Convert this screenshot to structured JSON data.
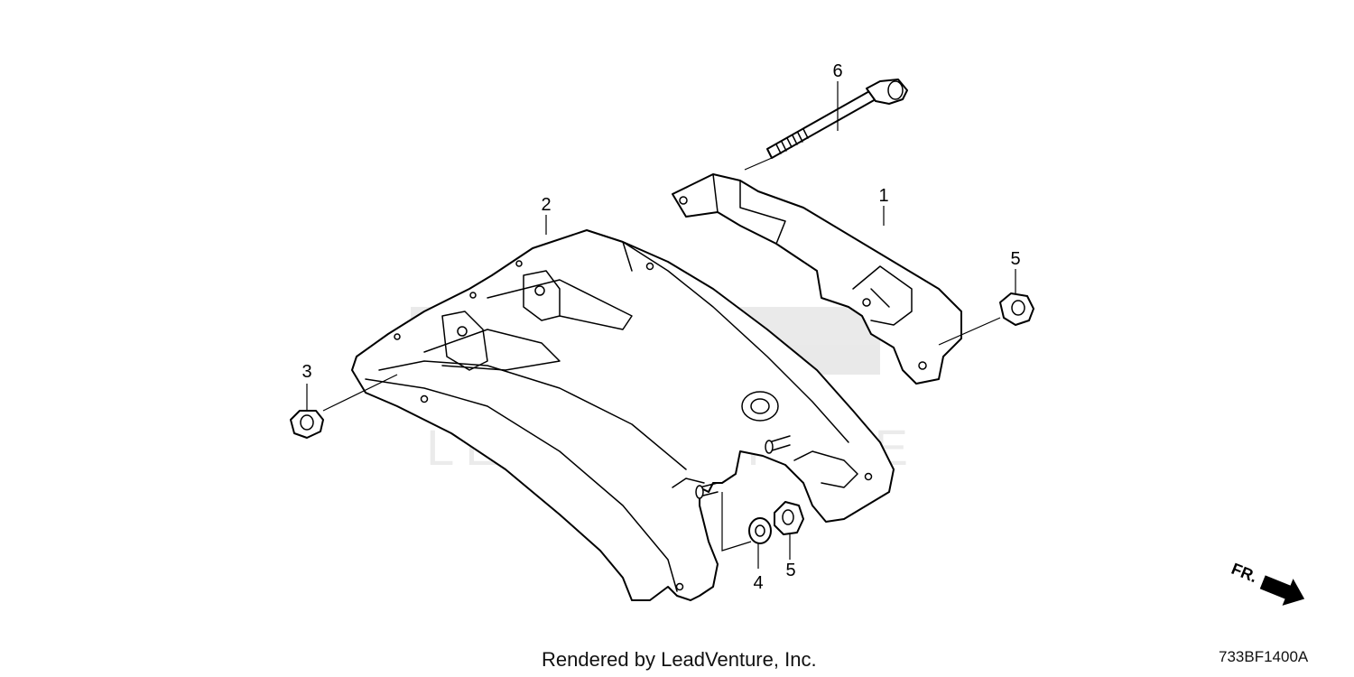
{
  "diagram": {
    "callouts": [
      {
        "id": "1",
        "label": "1"
      },
      {
        "id": "2",
        "label": "2"
      },
      {
        "id": "3",
        "label": "3"
      },
      {
        "id": "4",
        "label": "4"
      },
      {
        "id": "5a",
        "label": "5"
      },
      {
        "id": "5b",
        "label": "5"
      },
      {
        "id": "6",
        "label": "6"
      }
    ],
    "direction_label": "FR.",
    "diagram_code": "733BF1400A",
    "footer": "Rendered by LeadVenture, Inc.",
    "watermark_text": "LEADVENTURE"
  }
}
